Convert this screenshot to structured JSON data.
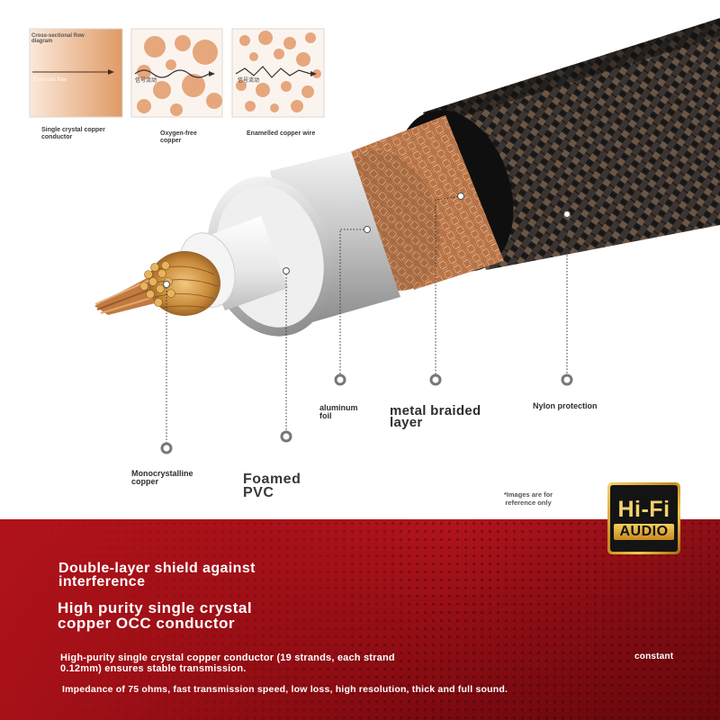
{
  "thumbnails": [
    {
      "caption": "Single crystal copper conductor",
      "inset_title": "Cross-sectional flow diagram",
      "inset_label": "Trust can flow"
    },
    {
      "caption": "Oxygen-free copper",
      "inset_label": "信号流动"
    },
    {
      "caption": "Enamelled copper wire",
      "inset_label": "信号流动"
    }
  ],
  "labels": {
    "monocrystalline": "Monocrystalline copper",
    "foamed_pvc": "Foamed PVC",
    "aluminum_foil": "aluminum foil",
    "metal_braided": "metal braided layer",
    "nylon": "Nylon protection"
  },
  "note": "*Images are for reference only",
  "badge": {
    "line1": "Hi-Fi",
    "line2": "AUDIO"
  },
  "panel": {
    "headline1": "Double-layer shield against interference",
    "headline2": "High purity single crystal copper OCC conductor",
    "body1": "High-purity single crystal copper conductor (19 strands, each strand 0.12mm) ensures stable transmission.",
    "side_word": "constant",
    "body2": "Impedance of 75 ohms, fast transmission speed, low loss, high resolution, thick and full sound."
  },
  "colors": {
    "panel_red": "#b3141d",
    "copper": "#c98a5a",
    "badge_gold": "#f4d26a"
  }
}
